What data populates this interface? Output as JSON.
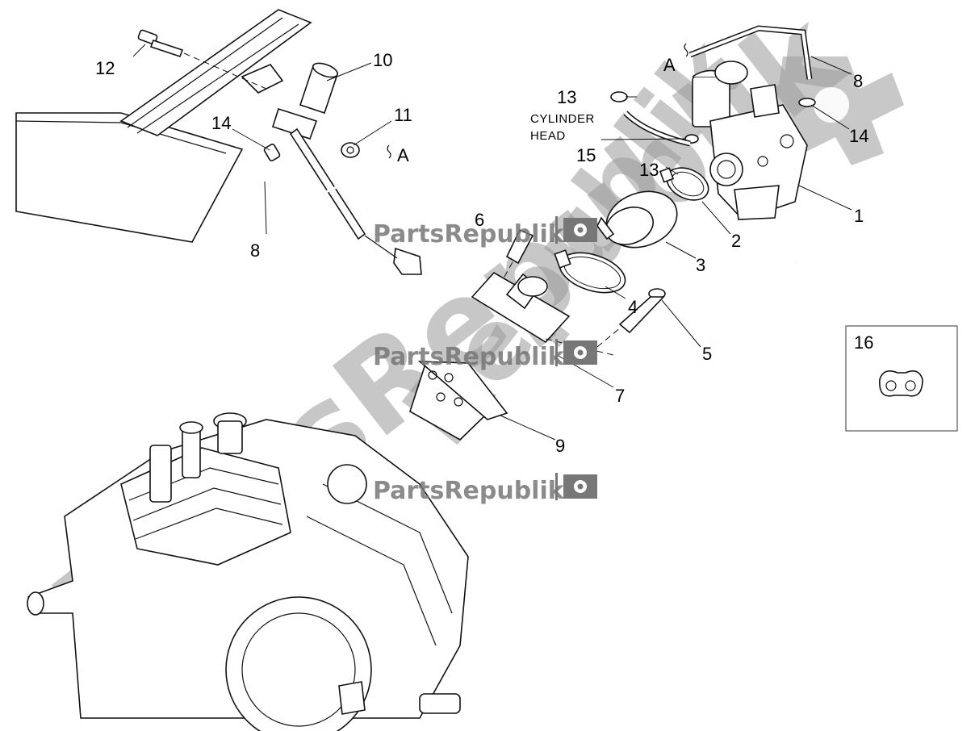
{
  "callouts": {
    "c1": "1",
    "c2": "2",
    "c3": "3",
    "c4": "4",
    "c5": "5",
    "c6": "6",
    "c7": "7",
    "c8a": "8",
    "c8b": "8",
    "c9": "9",
    "c10": "10",
    "c11": "11",
    "c12": "12",
    "c13a": "13",
    "c13b": "13",
    "c14a": "14",
    "c14b": "14",
    "c15": "15",
    "c16": "16"
  },
  "connectors": {
    "a_left": "A",
    "a_right": "A"
  },
  "captions": {
    "cylinder": "CYLINDER",
    "head": "HEAD"
  },
  "watermarks": {
    "brand": "PartsRepublik",
    "big_left": "PartsRepublik",
    "big_right": "Republik"
  },
  "icons": [
    "gear-flag-icon"
  ],
  "colors": {
    "ink": "#111111",
    "watermark": "#8a8a8a",
    "background": "#ffffff"
  }
}
